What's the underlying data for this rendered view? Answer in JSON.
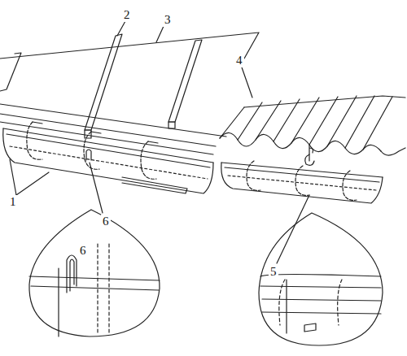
{
  "diagram": {
    "labels": [
      "2",
      "3",
      "4",
      "1",
      "6",
      "6",
      "5"
    ]
  }
}
